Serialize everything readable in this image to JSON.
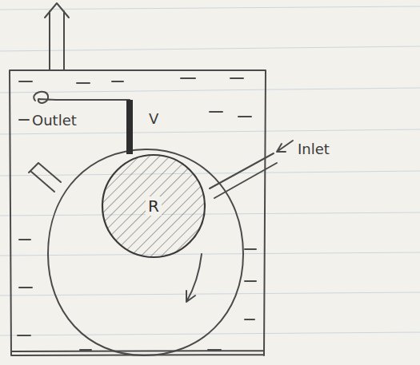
{
  "diagram": {
    "nodes": [
      {
        "text": [
          "R"
        ]
      }
    ],
    "labels": [
      "Outlet",
      "V",
      "Inlet"
    ]
  }
}
